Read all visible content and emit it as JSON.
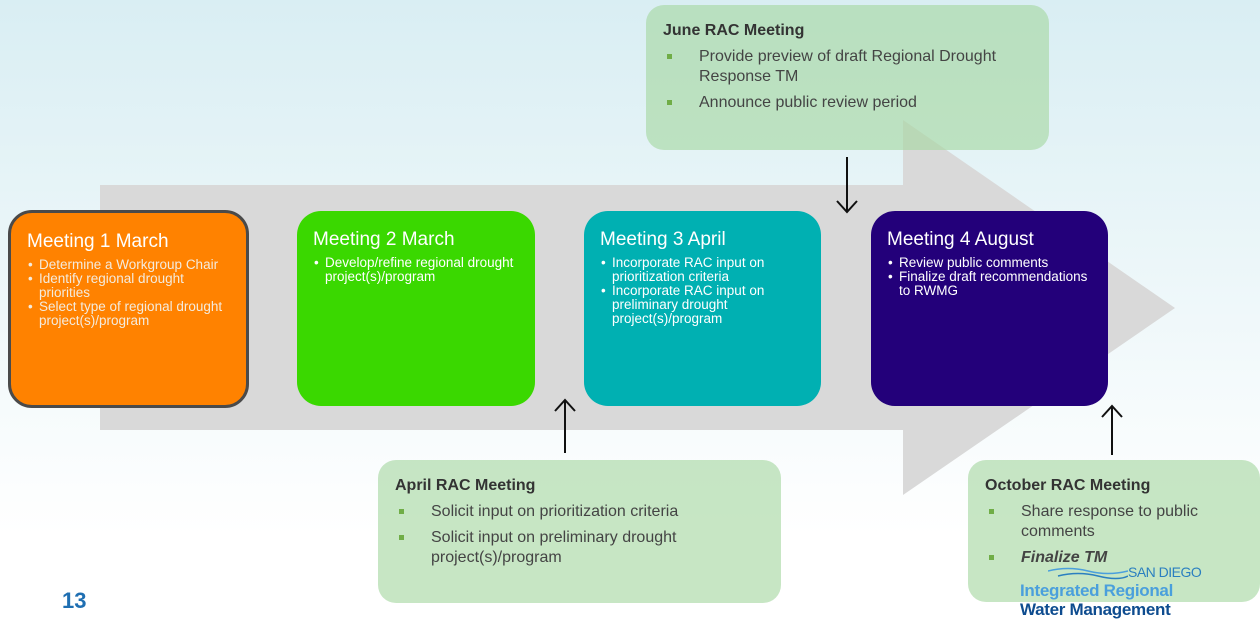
{
  "page_number": "13",
  "meetings": [
    {
      "title": "Meeting 1 March",
      "bullets": [
        "Determine a Workgroup Chair",
        "Identify regional drought priorities",
        "Select type of regional drought project(s)/program"
      ]
    },
    {
      "title": "Meeting 2 March",
      "bullets": [
        "Develop/refine regional drought project(s)/program"
      ]
    },
    {
      "title": "Meeting 3 April",
      "bullets": [
        "Incorporate RAC input on prioritization criteria",
        "Incorporate RAC input on preliminary drought project(s)/program"
      ]
    },
    {
      "title": "Meeting 4 August",
      "bullets": [
        "Review public comments",
        "Finalize draft recommendations to RWMG"
      ]
    }
  ],
  "rac_meetings": {
    "june": {
      "title": "June RAC Meeting",
      "bullets": [
        "Provide preview of draft Regional Drought Response TM",
        "Announce public review period"
      ]
    },
    "april": {
      "title": "April RAC Meeting",
      "bullets": [
        "Solicit input on prioritization criteria",
        "Solicit input on preliminary drought project(s)/program"
      ]
    },
    "october": {
      "title": "October RAC Meeting",
      "bullets": [
        "Share response to public comments",
        "Finalize TM"
      ]
    }
  },
  "logo": {
    "line1": "SAN DIEGO",
    "line2": "Integrated Regional",
    "line3": "Water Management"
  },
  "colors": {
    "meeting1": "#ff8200",
    "meeting2": "#3ad800",
    "meeting3": "#00b0b2",
    "meeting4": "#23007a",
    "rac_box": "#a4d6a0",
    "arrow": "#d9d9d9",
    "page_number": "#1f6fb2"
  }
}
